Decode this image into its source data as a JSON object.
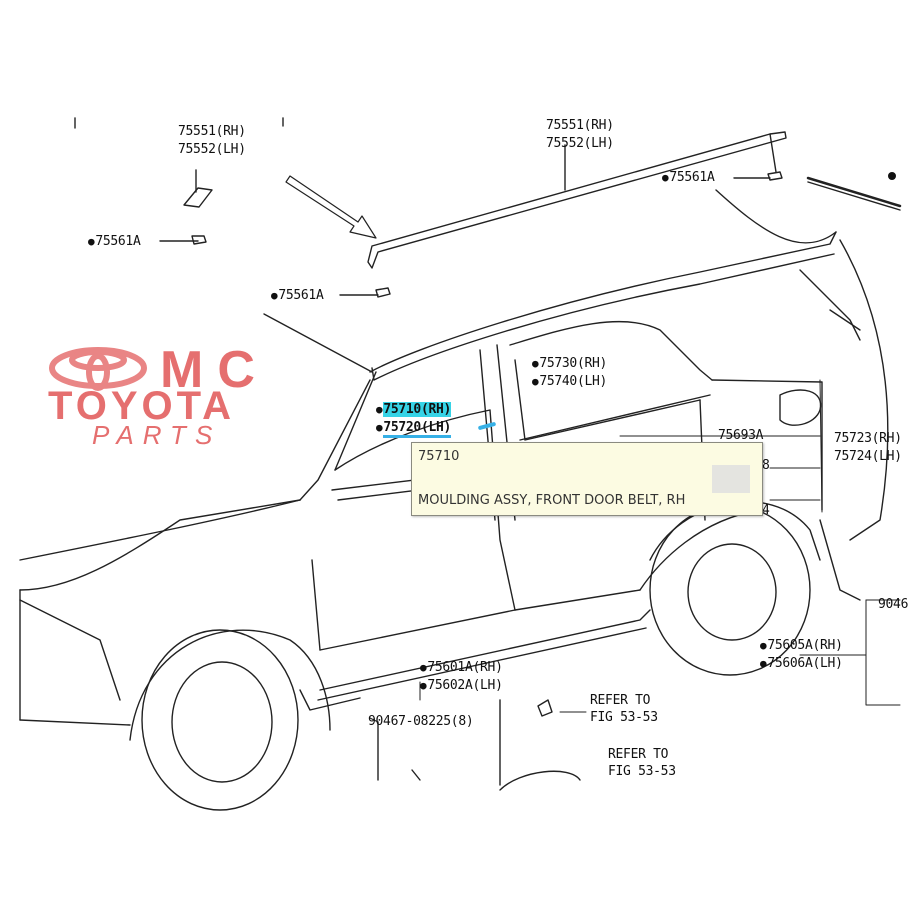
{
  "callouts": {
    "c1": "75551(RH)",
    "c2": "75552(LH)",
    "c3": "75551(RH)",
    "c4": "75552(LH)",
    "c5": "75561A",
    "c6": "75561A",
    "c7": "75561A",
    "c8": "75730(RH)",
    "c9": "75740(LH)",
    "c10": "75710(RH)",
    "c11": "75720(LH)",
    "c12": "75693A",
    "c13": "75723(RH)",
    "c14": "75724(LH)",
    "c15": "8",
    "c16": "4",
    "c17": "75605A(RH)",
    "c18": "75606A(LH)",
    "c19": "9046",
    "c20": "75601A(RH)",
    "c21": "75602A(LH)",
    "c22": "90467-08225(8)",
    "c23": "REFER TO",
    "c24": "FIG 53-53",
    "c25": "REFER TO",
    "c26": "FIG 53-53"
  },
  "tooltip": {
    "code": "75710",
    "description": "MOULDING ASSY, FRONT DOOR BELT, RH"
  },
  "watermark": {
    "line1": "MC",
    "line2": "TOYOTA",
    "line3": "PARTS",
    "color": "#e05050"
  },
  "colors": {
    "highlight": "#36d3e6",
    "underline": "#36b0e6",
    "tooltip_bg": "#fcfbe2"
  }
}
